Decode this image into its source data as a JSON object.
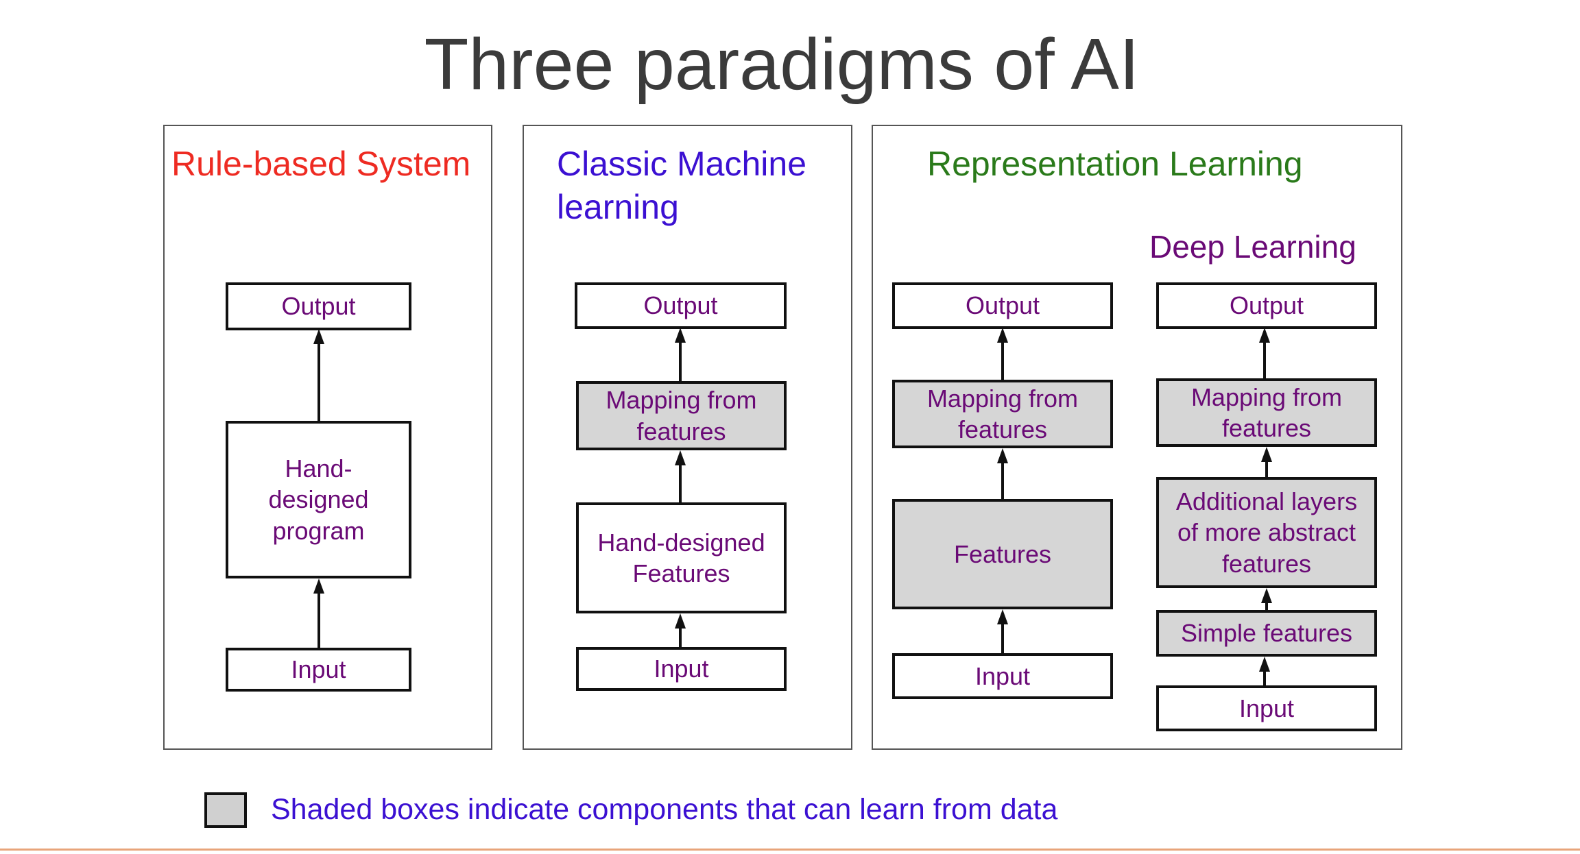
{
  "title": "Three paradigms of AI",
  "colors": {
    "rule_based": "#ee2b22",
    "classic_ml": "#3b10d2",
    "representation": "#2a7a1a",
    "deep_learning": "#6a0a76",
    "legend_text": "#3b10d2",
    "box_text": "#6a0a76",
    "shaded_fill": "#d6d6d6"
  },
  "panels": [
    {
      "title": "Rule-based System",
      "boxes": [
        {
          "label": "Output",
          "shaded": false
        },
        {
          "label": "Hand- designed program",
          "shaded": false
        },
        {
          "label": "Input",
          "shaded": false
        }
      ]
    },
    {
      "title": "Classic Machine learning",
      "boxes": [
        {
          "label": "Output",
          "shaded": false
        },
        {
          "label": "Mapping from features",
          "shaded": true
        },
        {
          "label": "Hand-designed Features",
          "shaded": false
        },
        {
          "label": "Input",
          "shaded": false
        }
      ]
    },
    {
      "title": "Representation Learning",
      "boxes": [
        {
          "label": "Output",
          "shaded": false
        },
        {
          "label": "Mapping from features",
          "shaded": true
        },
        {
          "label": "Features",
          "shaded": true
        },
        {
          "label": "Input",
          "shaded": false
        }
      ],
      "sub": {
        "title": "Deep Learning",
        "boxes": [
          {
            "label": "Output",
            "shaded": false
          },
          {
            "label": "Mapping from features",
            "shaded": true
          },
          {
            "label": "Additional layers of more abstract features",
            "shaded": true
          },
          {
            "label": "Simple features",
            "shaded": true
          },
          {
            "label": "Input",
            "shaded": false
          }
        ]
      }
    }
  ],
  "legend": {
    "text": "Shaded boxes indicate components that can learn from data"
  }
}
